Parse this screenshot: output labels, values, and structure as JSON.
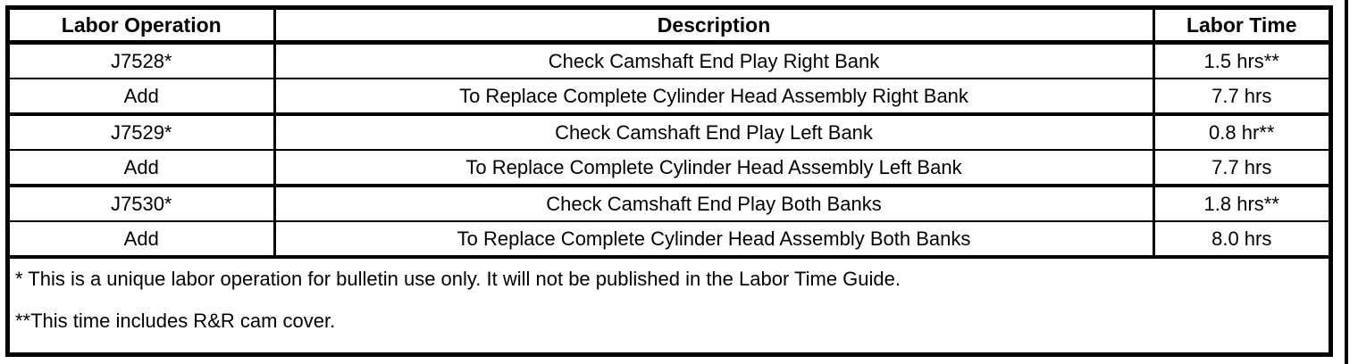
{
  "document": {
    "type": "labor-operation-table",
    "colors": {
      "text": "#000000",
      "background": "#ffffff",
      "rule": "#000000"
    }
  },
  "table": {
    "columns": [
      {
        "key": "operation",
        "header": "Labor Operation"
      },
      {
        "key": "description",
        "header": "Description"
      },
      {
        "key": "time",
        "header": "Labor Time"
      }
    ],
    "rows": [
      {
        "operation": "J7528*",
        "description": "Check Camshaft End Play Right Bank",
        "time": "1.5 hrs**"
      },
      {
        "operation": "Add",
        "description": "To Replace Complete Cylinder Head Assembly Right Bank",
        "time": "7.7 hrs"
      },
      {
        "operation": "J7529*",
        "description": "Check Camshaft End Play Left Bank",
        "time": "0.8 hr**"
      },
      {
        "operation": "Add",
        "description": "To Replace Complete Cylinder Head Assembly Left Bank",
        "time": "7.7 hrs"
      },
      {
        "operation": "J7530*",
        "description": "Check Camshaft End Play Both Banks",
        "time": "1.8 hrs**"
      },
      {
        "operation": "Add",
        "description": "To Replace Complete Cylinder Head Assembly Both Banks",
        "time": "8.0 hrs"
      }
    ],
    "footnotes": [
      "* This is a unique labor operation for bulletin use only. It will not be published in the Labor Time Guide.",
      "**This time includes R&R cam cover."
    ]
  }
}
